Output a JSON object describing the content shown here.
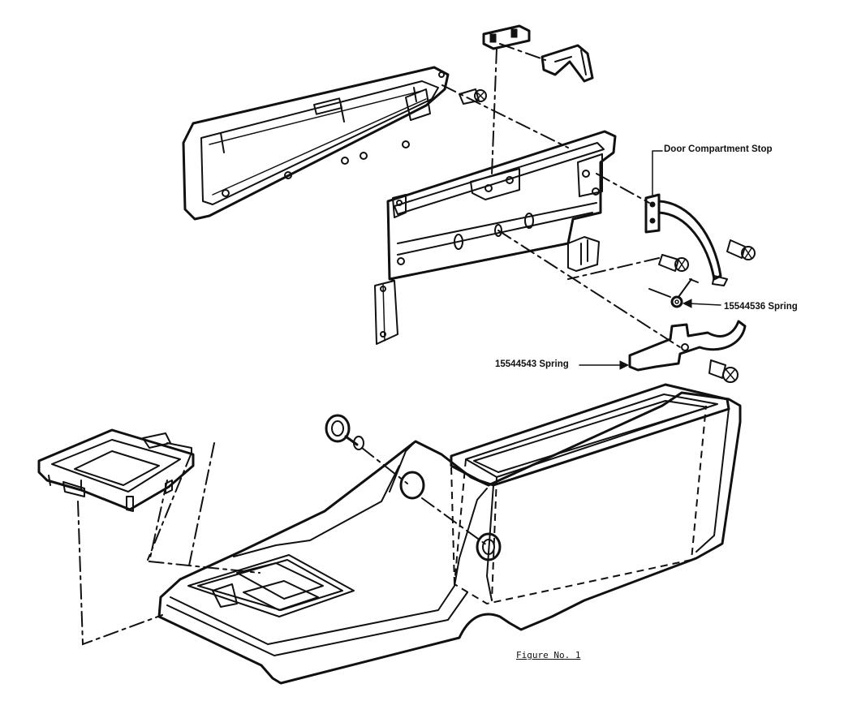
{
  "labels": {
    "door_stop": "Door Compartment Stop",
    "spring_upper": "15544536 Spring",
    "spring_lower": "15544543 Spring",
    "caption": "Figure No. 1"
  }
}
